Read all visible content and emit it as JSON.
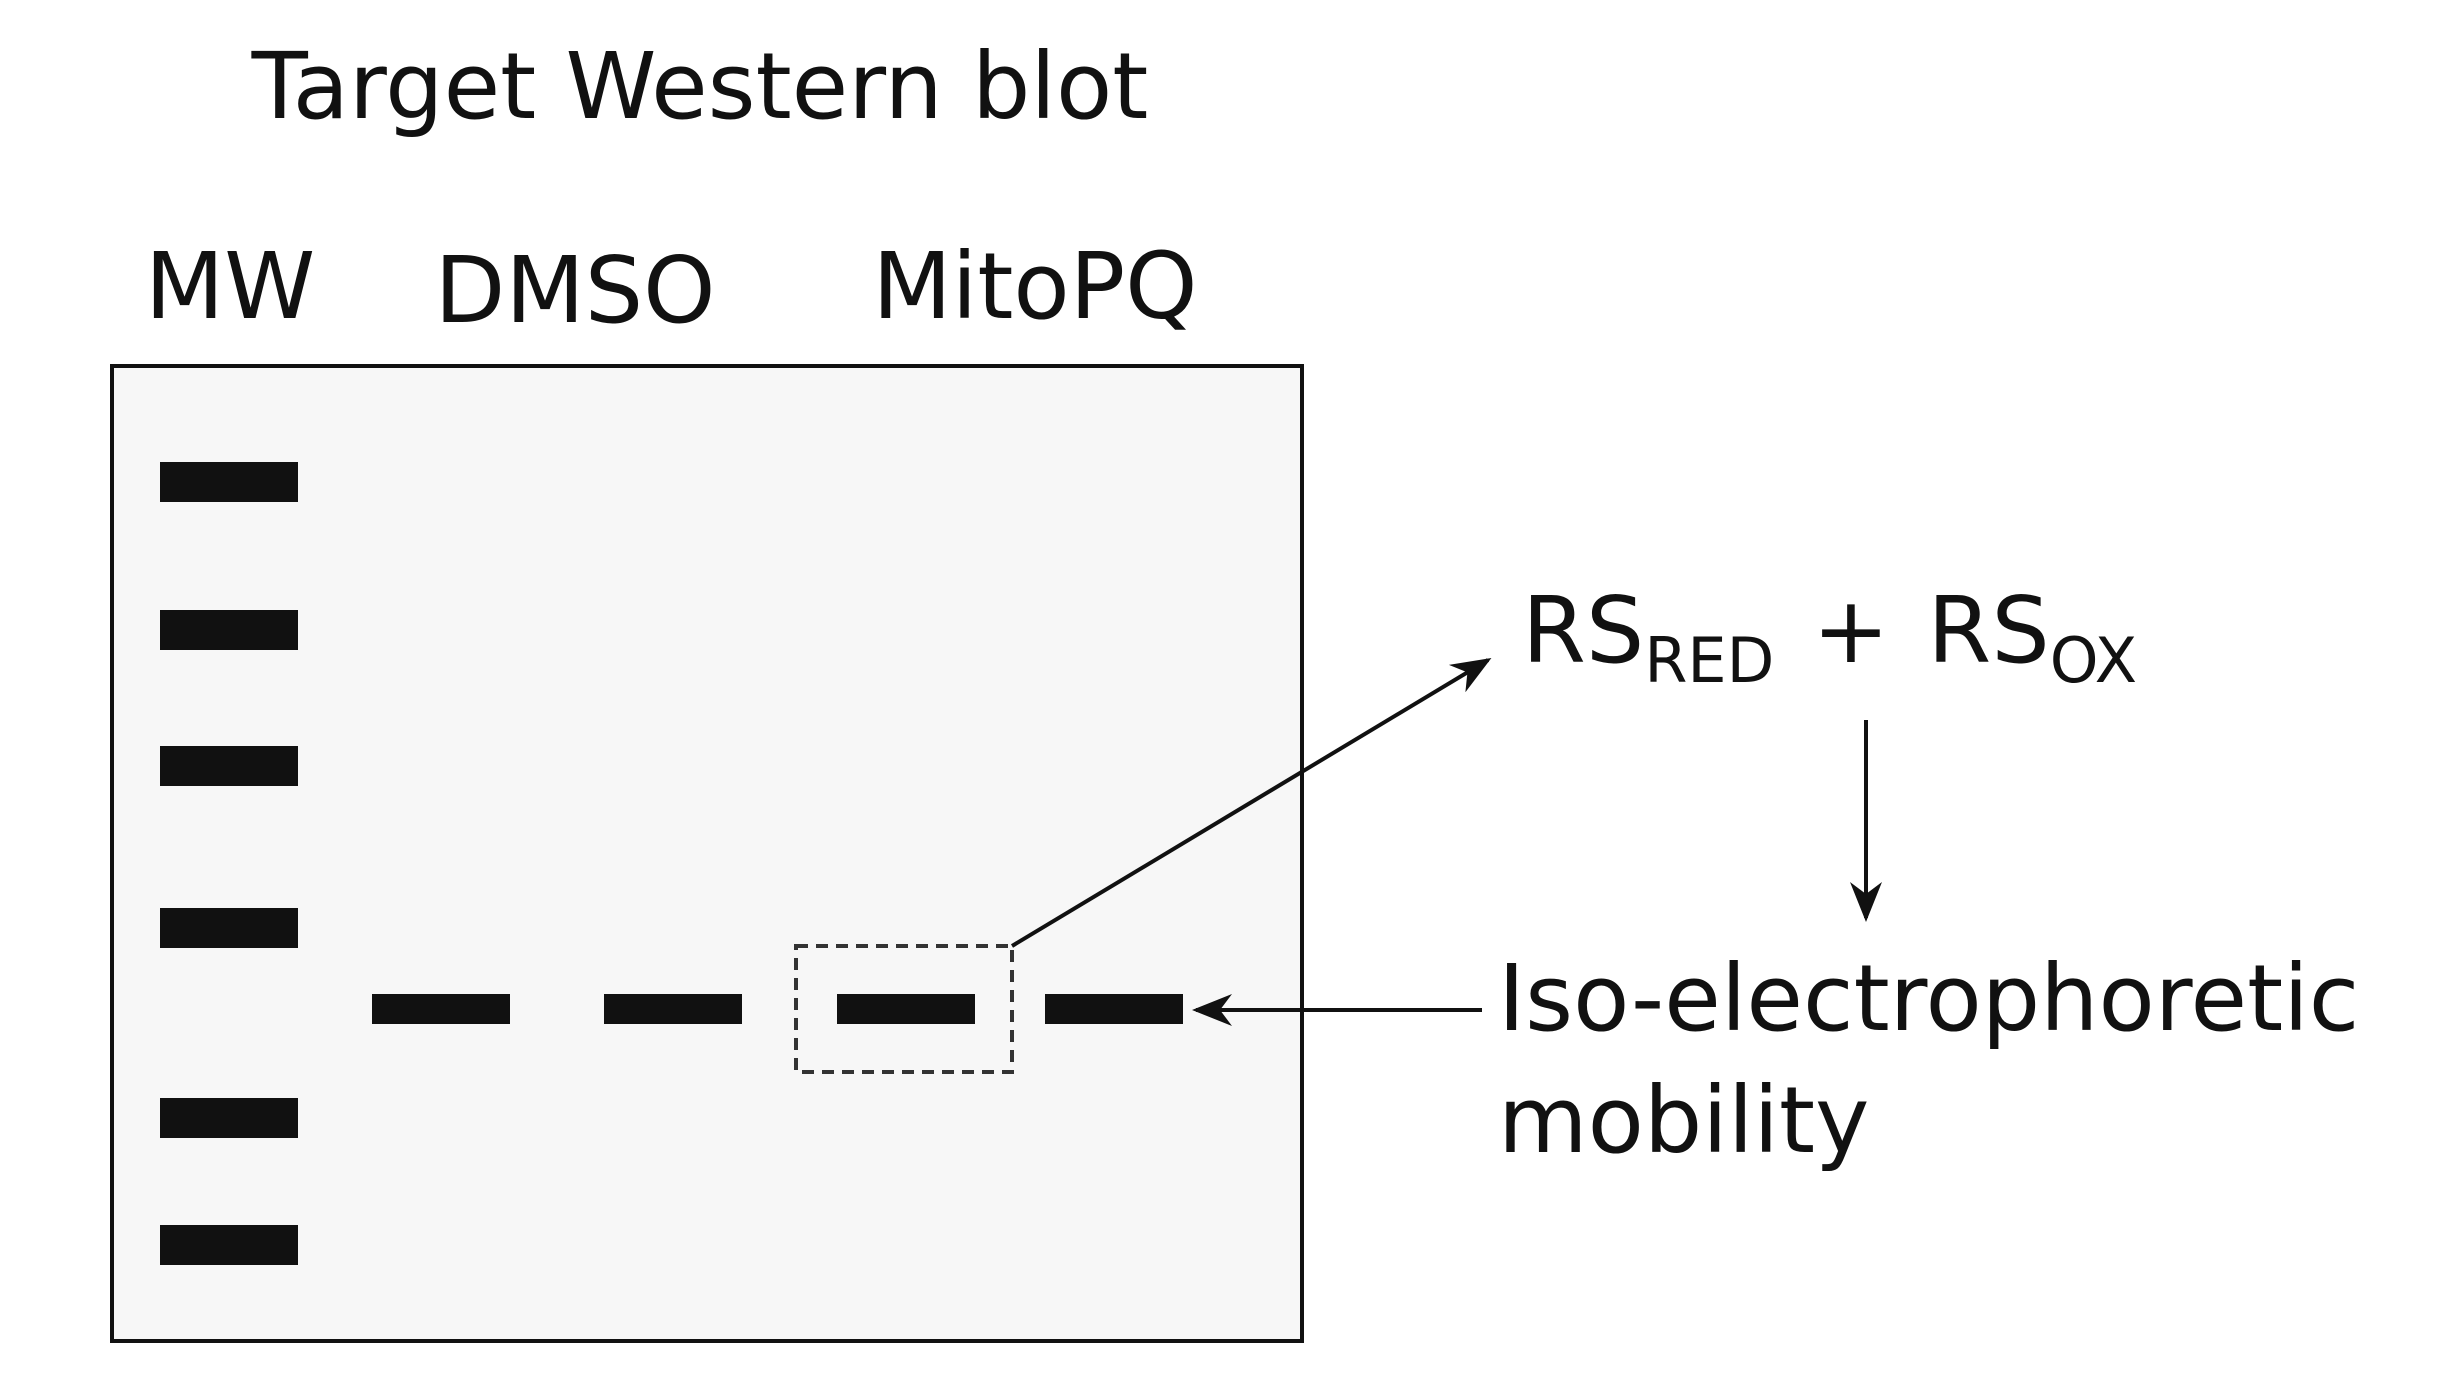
{
  "title": "Target Western blot",
  "lanes": {
    "mw": "MW",
    "dmso": "DMSO",
    "mitopq": "MitoPQ"
  },
  "colors": {
    "background": "#ffffff",
    "blot_fill": "#f7f7f7",
    "ink": "#111111",
    "dashed_box": "#333333"
  },
  "annotations": {
    "species": {
      "rs1": "RS",
      "sub1": "RED",
      "plus": "+",
      "rs2": "RS",
      "sub2": "OX"
    },
    "result": {
      "line1": "Iso-electrophoretic",
      "line2": "mobility"
    }
  },
  "blot": {
    "ladder_band_count": 6,
    "sample_band_count": 4,
    "highlighted_band": "MitoPQ band 1"
  }
}
